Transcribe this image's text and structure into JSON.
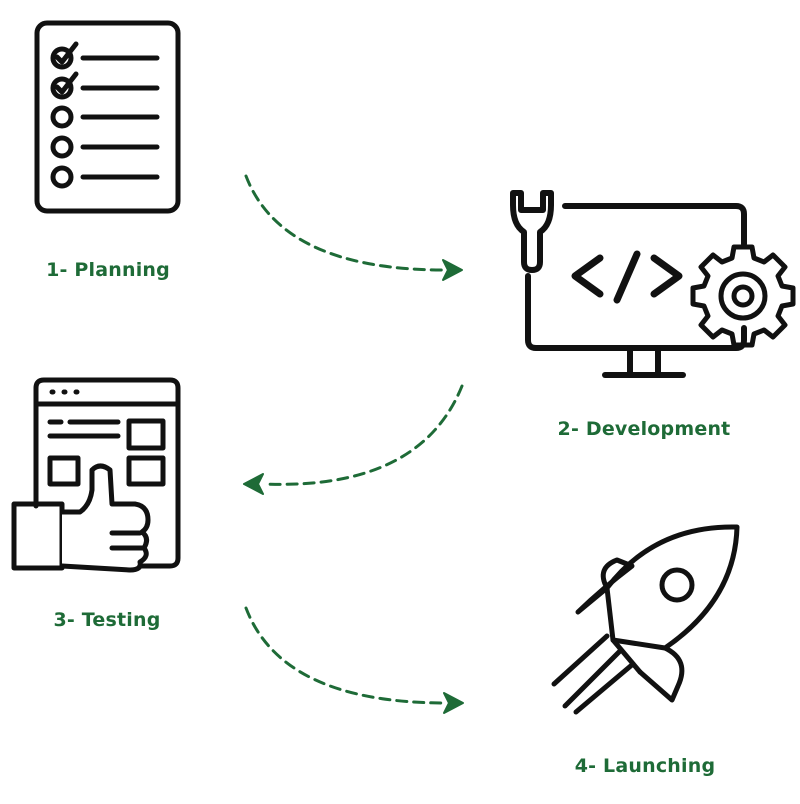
{
  "colors": {
    "accent": "#1e6b37",
    "icon": "#111111",
    "background": "#ffffff"
  },
  "steps": [
    {
      "label": "1- Planning",
      "icon": "checklist-icon"
    },
    {
      "label": "2- Development",
      "icon": "code-monitor-icon"
    },
    {
      "label": "3- Testing",
      "icon": "thumbs-up-testing-icon"
    },
    {
      "label": "4- Launching",
      "icon": "rocket-icon"
    }
  ],
  "arrows": [
    {
      "from": "1- Planning",
      "to": "2- Development",
      "style": "dashed"
    },
    {
      "from": "2- Development",
      "to": "3- Testing",
      "style": "dashed"
    },
    {
      "from": "3- Testing",
      "to": "4- Launching",
      "style": "dashed"
    }
  ]
}
